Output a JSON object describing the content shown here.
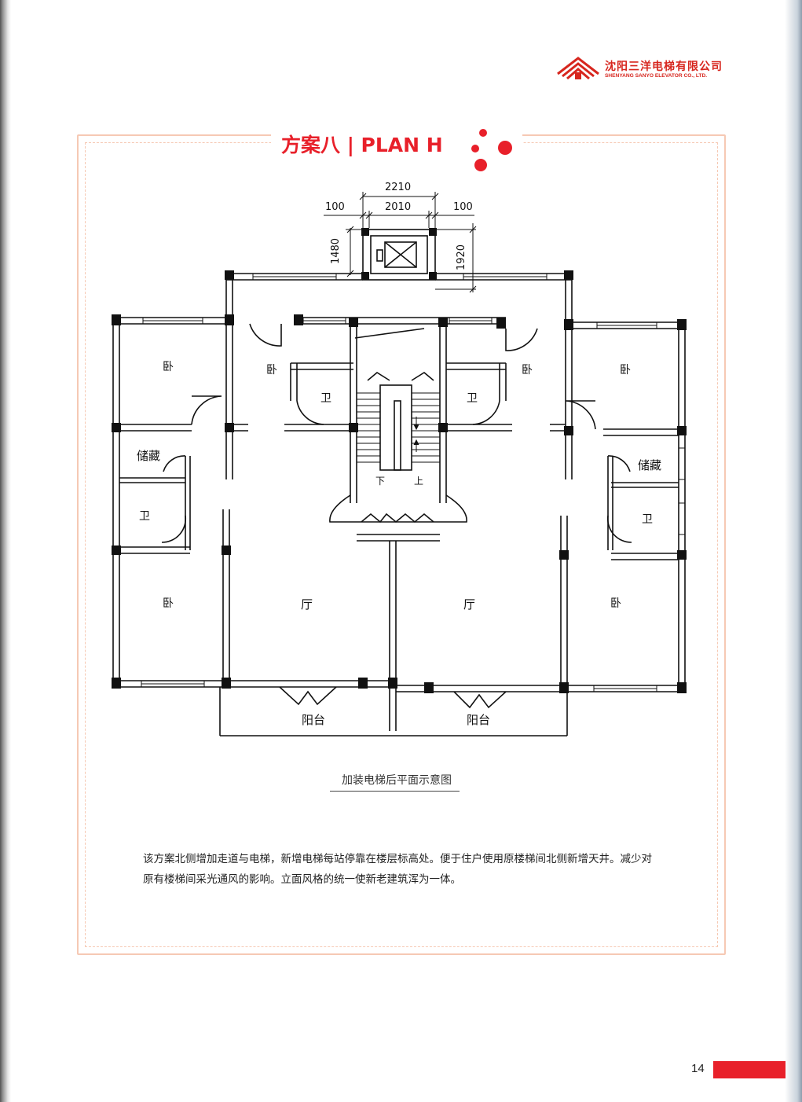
{
  "brand": {
    "name_cn": "沈阳三洋电梯有限公司",
    "name_en": "SHENYANG SANYO ELEVATOR CO., LTD."
  },
  "plan": {
    "title": "方案八 | PLAN H",
    "dimensions": {
      "total_width": "2210",
      "inner_width": "2010",
      "left_offset": "100",
      "right_offset": "100",
      "depth_left": "1480",
      "depth_right": "1920"
    },
    "rooms": {
      "bedroom": "卧",
      "bath": "卫",
      "storage": "储藏",
      "living": "厅",
      "balcony": "阳台",
      "stair_down": "下",
      "stair_up": "上"
    },
    "caption": "加装电梯后平面示意图"
  },
  "description": "该方案北侧增加走道与电梯，新增电梯每站停靠在楼层标高处。便于住户使用原楼梯间北侧新增天井。减少对原有楼梯间采光通风的影响。立面风格的统一使新老建筑浑为一体。",
  "page": {
    "number": "14"
  },
  "colors": {
    "accent": "#e8202a",
    "frame": "#f6c9b4"
  }
}
